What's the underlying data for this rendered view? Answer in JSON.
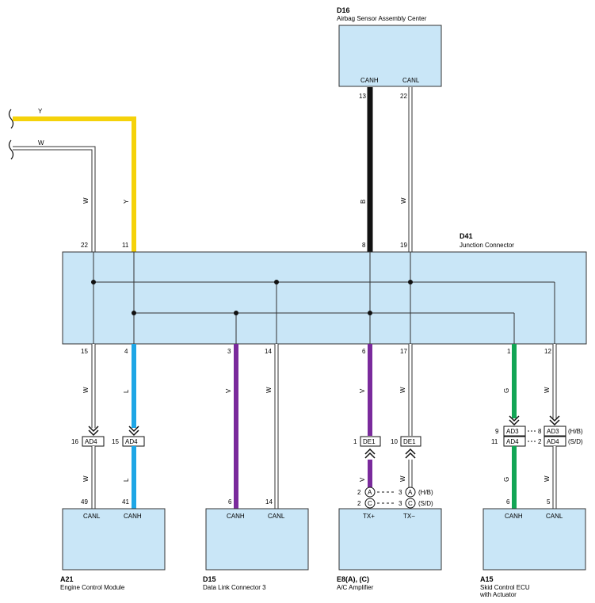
{
  "components": {
    "d16": {
      "code": "D16",
      "name": "Airbag Sensor Assembly Center",
      "pin1": "CANH",
      "pin2": "CANL",
      "num1": "13",
      "num2": "22"
    },
    "d41": {
      "code": "D41",
      "name": "Junction Connector",
      "top_pins": [
        "22",
        "11",
        "8",
        "19"
      ],
      "bottom_pins": [
        "15",
        "4",
        "3",
        "14",
        "6",
        "17",
        "1",
        "12"
      ]
    },
    "a21": {
      "code": "A21",
      "name": "Engine Control Module",
      "pin1": "CANL",
      "pin2": "CANH",
      "num1": "49",
      "num2": "41"
    },
    "d15": {
      "code": "D15",
      "name": "Data Link Connector 3",
      "pin1": "CANH",
      "pin2": "CANL",
      "num1": "6",
      "num2": "14"
    },
    "e8": {
      "code": "E8(A), (C)",
      "name": "A/C Amplifier",
      "pin1": "TX+",
      "pin2": "TX−"
    },
    "a15": {
      "code": "A15",
      "name": "Skid Control ECU",
      "name2": "with Actuator",
      "pin1": "CANH",
      "pin2": "CANL",
      "num1": "6",
      "num2": "5"
    }
  },
  "wires": {
    "left_y": "Y",
    "left_w": "W",
    "w": "W",
    "y": "Y",
    "b": "B",
    "l": "L",
    "v": "V",
    "g": "G"
  },
  "connectors": {
    "ad4": "AD4",
    "ad3": "AD3",
    "de1": "DE1",
    "a": "A",
    "c": "C",
    "hb": "(H/B)",
    "sd": "(S/D)",
    "n16": "16",
    "n15": "15",
    "n1": "1",
    "n10": "10",
    "n9": "9",
    "n11": "11",
    "n8": "8",
    "n2": "2",
    "n3": "3"
  },
  "colors": {
    "yellow": "#f5d20a",
    "black": "#111111",
    "blue": "#1ea6e6",
    "violet": "#7a2a9c",
    "green": "#12a555",
    "box": "#c9e6f7"
  }
}
